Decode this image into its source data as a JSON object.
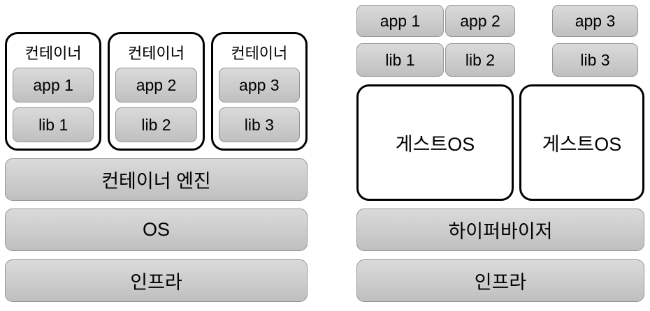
{
  "diagram": {
    "title_implicit": "",
    "left": {
      "containers": [
        {
          "title": "컨테이너",
          "app": "app 1",
          "lib": "lib 1"
        },
        {
          "title": "컨테이너",
          "app": "app 2",
          "lib": "lib 2"
        },
        {
          "title": "컨테이너",
          "app": "app 3",
          "lib": "lib 3"
        }
      ],
      "layers": [
        "컨테이너 엔진",
        "OS",
        "인프라"
      ]
    },
    "right": {
      "stacks": [
        {
          "app": "app 1",
          "lib": "lib 1"
        },
        {
          "app": "app 2",
          "lib": "lib 2"
        },
        {
          "app": "app 3",
          "lib": "lib 3"
        }
      ],
      "guest_os": [
        "게스트OS",
        "게스트OS"
      ],
      "layers": [
        "하이퍼바이저",
        "인프라"
      ]
    },
    "colors": {
      "background": "#ffffff",
      "gray_fill_top": "#dadada",
      "gray_fill_bottom": "#bfbfbf",
      "gray_border": "#969696",
      "outline_border": "#000000",
      "text": "#000000"
    }
  }
}
